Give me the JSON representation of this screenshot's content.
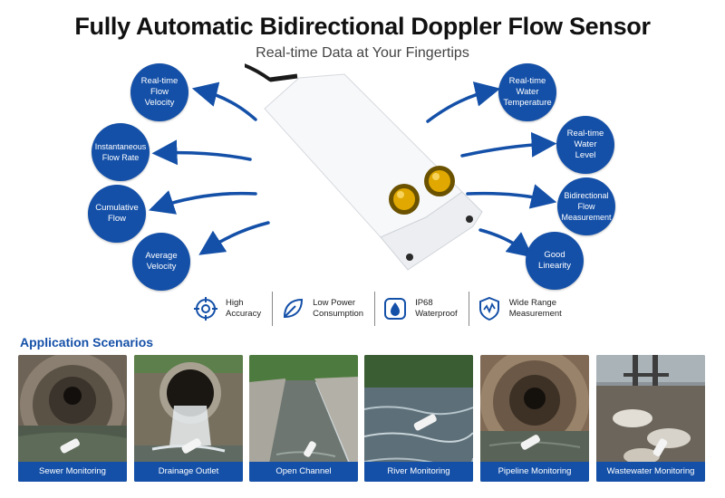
{
  "header": {
    "title": "Fully Automatic Bidirectional Doppler Flow Sensor",
    "subtitle": "Real-time Data at Your Fingertips"
  },
  "left_bubbles": [
    {
      "lines": [
        "Real-time",
        "Flow",
        "Velocity"
      ]
    },
    {
      "lines": [
        "Instantaneous",
        "Flow Rate"
      ]
    },
    {
      "lines": [
        "Cumulative",
        "Flow"
      ]
    },
    {
      "lines": [
        "Average",
        "Velocity"
      ]
    }
  ],
  "right_bubbles": [
    {
      "lines": [
        "Real-time",
        "Water",
        "Temperature"
      ]
    },
    {
      "lines": [
        "Real-time",
        "Water",
        "Level"
      ]
    },
    {
      "lines": [
        "Bidirectional",
        "Flow",
        "Measurement"
      ]
    },
    {
      "lines": [
        "Good",
        "Linearity"
      ]
    }
  ],
  "features": [
    {
      "icon": "target-icon",
      "lines": [
        "High",
        "Accuracy"
      ]
    },
    {
      "icon": "leaf-icon",
      "lines": [
        "Low Power",
        "Consumption"
      ]
    },
    {
      "icon": "water-drop-icon",
      "lines": [
        "IP68",
        "Waterproof"
      ]
    },
    {
      "icon": "shield-wave-icon",
      "lines": [
        "Wide Range",
        "Measurement"
      ]
    }
  ],
  "applications": {
    "title": "Application Scenarios",
    "items": [
      {
        "label": "Sewer Monitoring"
      },
      {
        "label": "Drainage Outlet"
      },
      {
        "label": "Open Channel"
      },
      {
        "label": "River Monitoring"
      },
      {
        "label": "Pipeline Monitoring"
      },
      {
        "label": "Wastewater Monitoring"
      }
    ]
  },
  "colors": {
    "brand_blue": "#1450a8",
    "heading_text": "#111111",
    "lens_amber": "#e0a800"
  }
}
